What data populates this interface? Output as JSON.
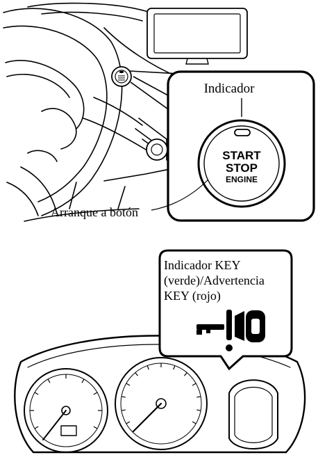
{
  "top_panel": {
    "indicator_label": "Indicador",
    "button_line1": "START",
    "button_line2": "STOP",
    "button_line3": "ENGINE",
    "push_button_label": "Arranque a botón"
  },
  "bottom_panel": {
    "callout_line1": "Indicador KEY",
    "callout_line2": "(verde)/Advertencia",
    "callout_line3": "KEY (rojo)",
    "key_icon": "key-warning-icon"
  }
}
